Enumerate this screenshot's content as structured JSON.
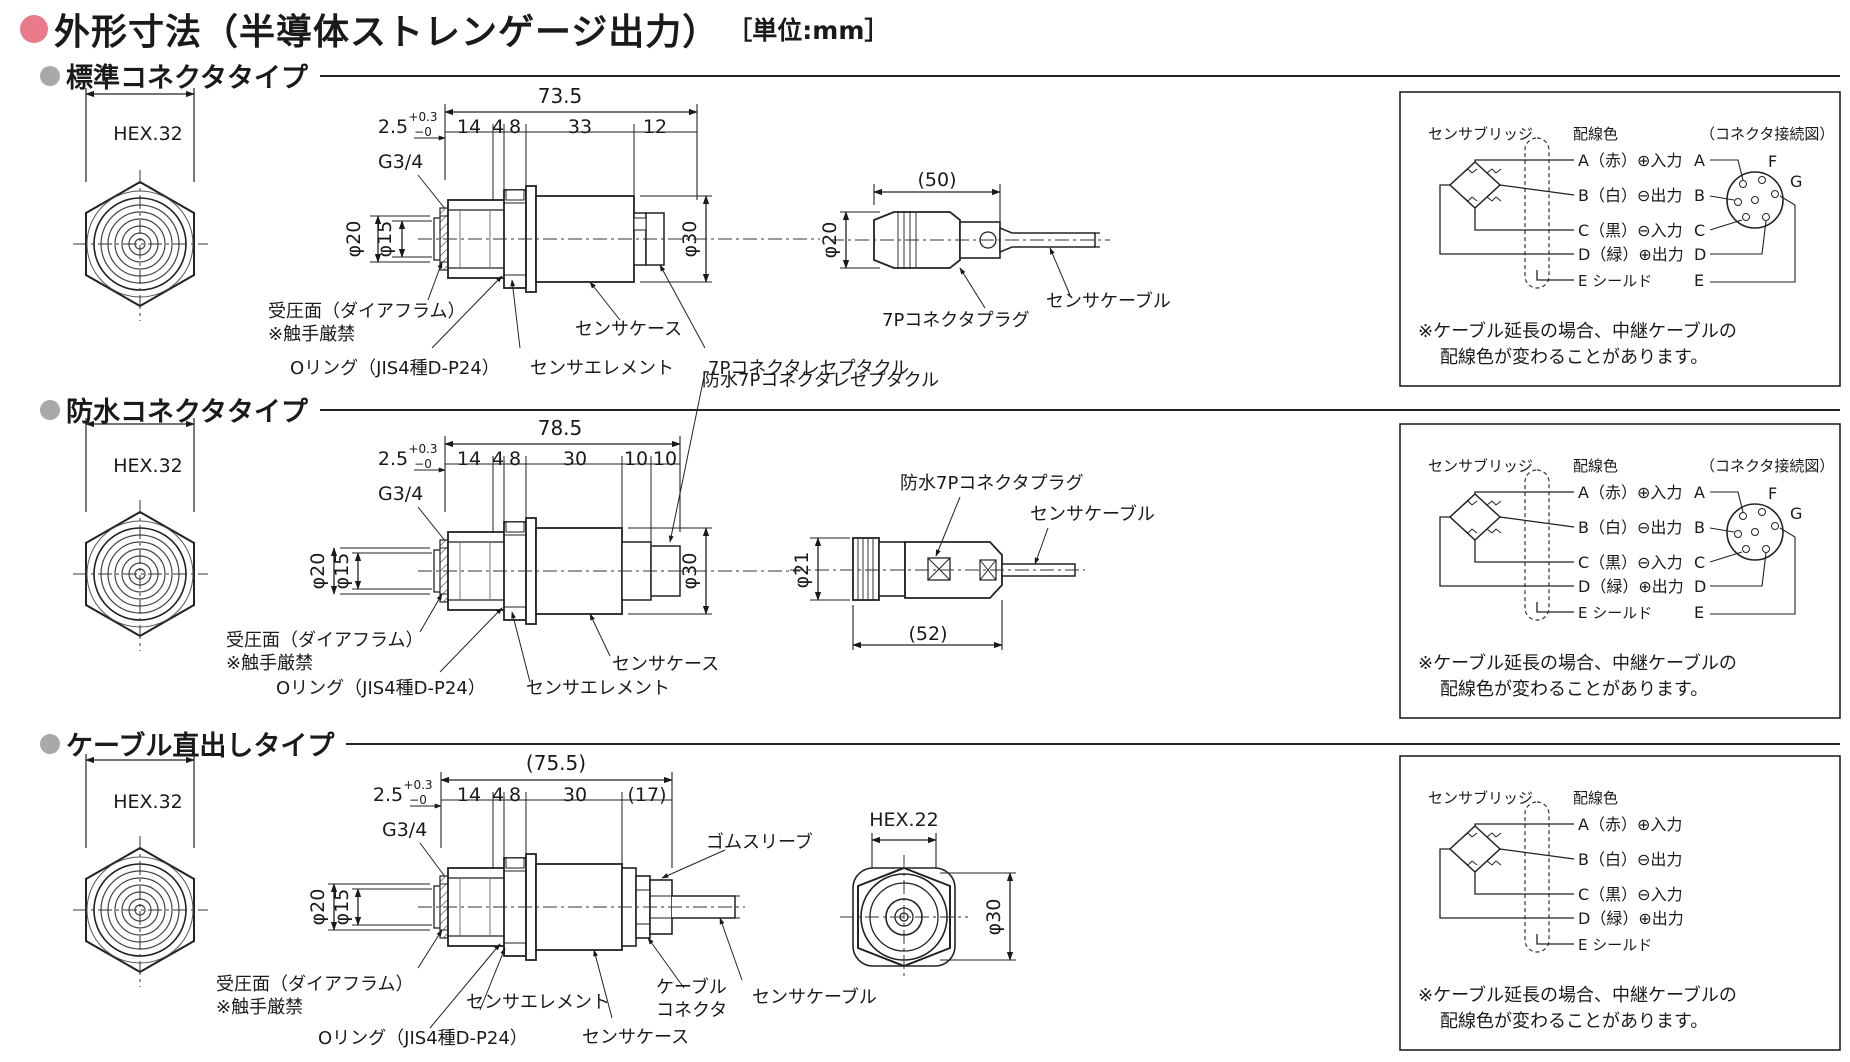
{
  "title": {
    "main": "外形寸法（半導体ストレンゲージ出力）",
    "unit": "［単位:mm］"
  },
  "sections": [
    {
      "heading": "標準コネクタタイプ",
      "hex": "HEX.32",
      "dims": {
        "total": "73.5",
        "thread_len": "2.5",
        "tol_plus": "+0.3",
        "tol_minus": "−0",
        "d1": "14",
        "d2": "4",
        "d3": "8",
        "d4": "33",
        "d5": "12",
        "d6": "",
        "thread": "G3/4",
        "dia20": "φ20",
        "dia15": "φ15",
        "dia30": "φ30"
      },
      "callouts": {
        "diaphragm": "受圧面（ダイアフラム）",
        "no_touch": "※触手厳禁",
        "oring": "Oリング（JIS4種D-P24）",
        "element": "センサエレメント",
        "case": "センサケース",
        "receptacle": "7Pコネクタレセプタクル"
      },
      "plug": {
        "length": "(50)",
        "dia": "φ20",
        "plug_label": "7Pコネクタプラグ",
        "cable": "センサケーブル"
      }
    },
    {
      "heading": "防水コネクタタイプ",
      "hex": "HEX.32",
      "dims": {
        "total": "78.5",
        "thread_len": "2.5",
        "tol_plus": "+0.3",
        "tol_minus": "−0",
        "d1": "14",
        "d2": "4",
        "d3": "8",
        "d4": "30",
        "d5": "10",
        "d6": "10",
        "thread": "G3/4",
        "dia20": "φ20",
        "dia15": "φ15",
        "dia30": "φ30"
      },
      "callouts": {
        "diaphragm": "受圧面（ダイアフラム）",
        "no_touch": "※触手厳禁",
        "oring": "Oリング（JIS4種D-P24）",
        "element": "センサエレメント",
        "case": "センサケース",
        "receptacle": "防水7Pコネクタレセプタクル"
      },
      "plug": {
        "length": "(52)",
        "dia": "φ21",
        "plug_label": "防水7Pコネクタプラグ",
        "cable": "センサケーブル"
      }
    },
    {
      "heading": "ケーブル直出しタイプ",
      "hex": "HEX.32",
      "dims": {
        "total": "(75.5)",
        "thread_len": "2.5",
        "tol_plus": "+0.3",
        "tol_minus": "−0",
        "d1": "14",
        "d2": "4",
        "d3": "8",
        "d4": "30",
        "d5": "(17)",
        "d6": "",
        "thread": "G3/4",
        "dia20": "φ20",
        "dia15": "φ15",
        "dia30": "φ30"
      },
      "callouts": {
        "diaphragm": "受圧面（ダイアフラム）",
        "no_touch": "※触手厳禁",
        "oring": "Oリング（JIS4種D-P24）",
        "element": "センサエレメント",
        "case": "センサケース",
        "sleeve": "ゴムスリーブ",
        "cable_connector_1": "ケーブル",
        "cable_connector_2": "コネクタ",
        "cable": "センサケーブル"
      },
      "end_view": {
        "hex": "HEX.22",
        "dia": "φ30"
      }
    }
  ],
  "wiring": {
    "bridge_label": "センサブリッジ",
    "color_label": "配線色",
    "connector_label": "（コネクタ接続図）",
    "rows": [
      {
        "text": "A（赤）⊕入力",
        "pin": "A"
      },
      {
        "text": "B（白）⊖出力",
        "pin": "B"
      },
      {
        "text": "C（黒）⊖入力",
        "pin": "C"
      },
      {
        "text": "D（緑）⊕出力",
        "pin": "D"
      },
      {
        "text": "E シールド",
        "pin": "E"
      }
    ],
    "pin_f": "F",
    "pin_g": "G",
    "note_1": "※ケーブル延長の場合、中継ケーブルの",
    "note_2": "配線色が変わることがあります。"
  }
}
